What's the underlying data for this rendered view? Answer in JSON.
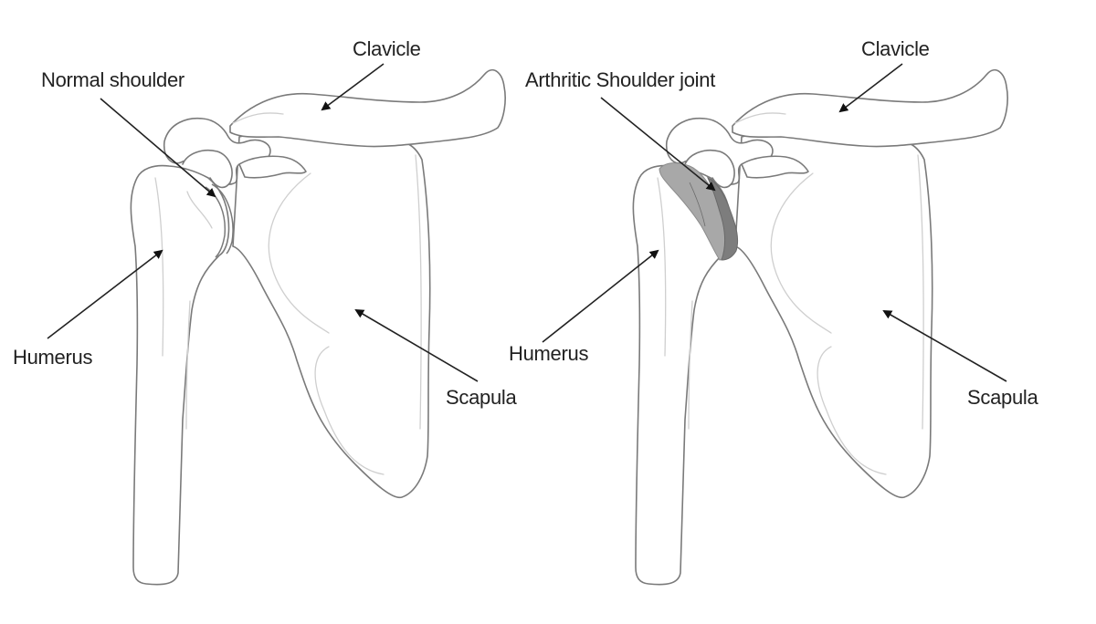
{
  "figure": {
    "panels": [
      {
        "id": "normal",
        "labels": {
          "clavicle": "Clavicle",
          "joint": "Normal shoulder",
          "humerus": "Humerus",
          "scapula": "Scapula"
        }
      },
      {
        "id": "arthritic",
        "labels": {
          "clavicle": "Clavicle",
          "joint": "Arthritic Shoulder joint",
          "humerus": "Humerus",
          "scapula": "Scapula"
        }
      }
    ],
    "colors": {
      "outline": "#7a7a7a",
      "faint_outline": "#cfcfcf",
      "text": "#222222",
      "arthritis_light": "#a8a8a8",
      "arthritis_dark": "#7d7d7d"
    }
  }
}
